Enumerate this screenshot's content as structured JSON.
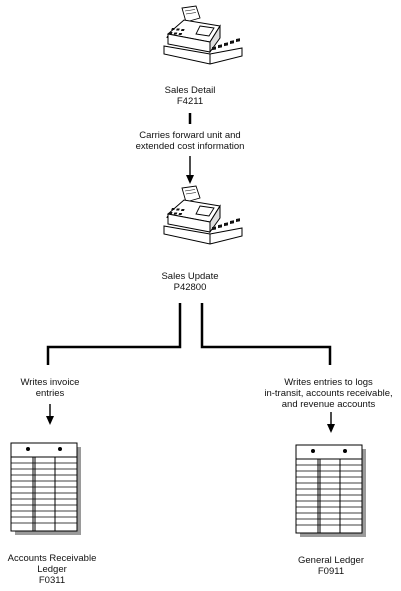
{
  "nodes": {
    "sales_detail": {
      "name": "Sales Detail",
      "code": "F4211",
      "icon": "cash-register-icon"
    },
    "sales_update": {
      "name": "Sales Update",
      "code": "P42800",
      "icon": "cash-register-icon"
    },
    "ar_ledger": {
      "name_line1": "Accounts Receivable",
      "name_line2": "Ledger",
      "code": "F0311",
      "icon": "ledger-sheet-icon"
    },
    "general_ledger": {
      "name": "General Ledger",
      "code": "F0911",
      "icon": "ledger-sheet-icon"
    }
  },
  "edges": {
    "detail_to_update": {
      "line1": "Carries forward unit and",
      "line2": "extended cost information"
    },
    "update_to_ar": {
      "line1": "Writes invoice",
      "line2": "entries"
    },
    "update_to_gl": {
      "line1": "Writes entries to logs",
      "line2": "in-transit, accounts receivable,",
      "line3": "and revenue accounts"
    }
  },
  "colors": {
    "line": "#000000",
    "text": "#111111",
    "background": "#ffffff",
    "shadow": "#9a9a9a"
  }
}
